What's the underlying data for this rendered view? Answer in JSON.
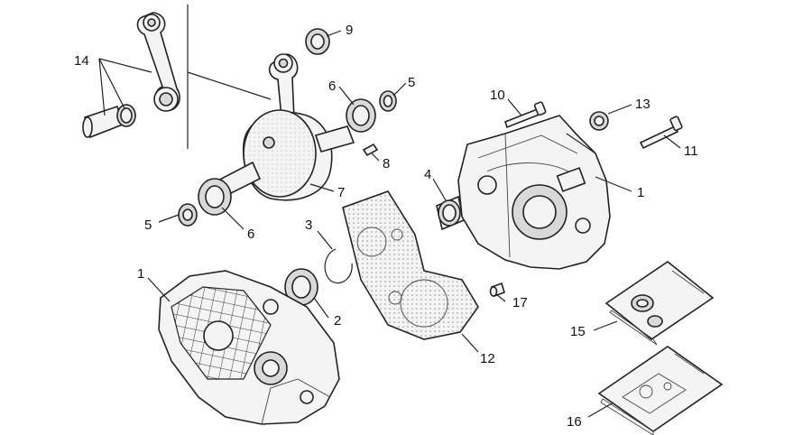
{
  "labels": {
    "p1": "1",
    "p2": "2",
    "p3": "3",
    "p4": "4",
    "p5": "5",
    "p6": "6",
    "p7": "7",
    "p8": "8",
    "p9": "9",
    "p10": "10",
    "p11": "11",
    "p12": "12",
    "p13": "13",
    "p14": "14",
    "p15": "15",
    "p16": "16",
    "p17": "17"
  }
}
